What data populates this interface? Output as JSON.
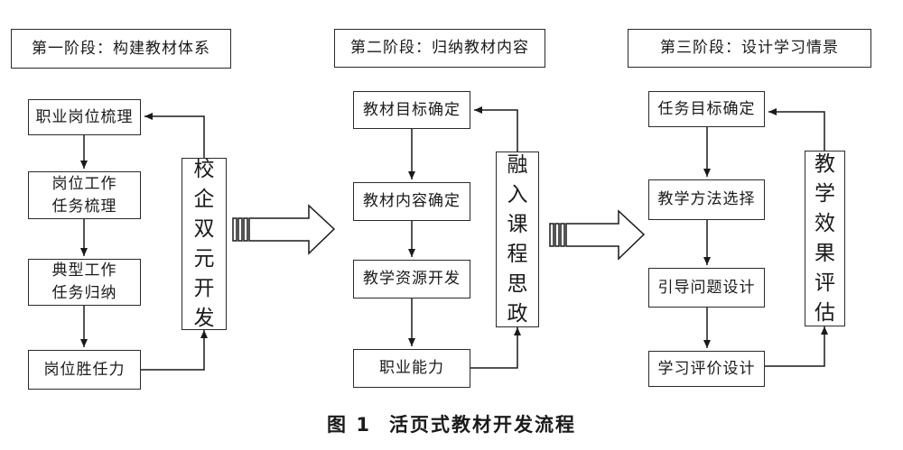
{
  "stages": [
    {
      "header": "第一阶段：构建教材体系",
      "steps": [
        "职业岗位梳理",
        "岗位工作\n任务梳理",
        "典型工作\n任务归纳",
        "岗位胜任力"
      ],
      "feedback": "校企双元开发"
    },
    {
      "header": "第二阶段：归纳教材内容",
      "steps": [
        "教材目标确定",
        "教材内容确定",
        "教学资源开发",
        "职业能力"
      ],
      "feedback": "融入课程思政"
    },
    {
      "header": "第三阶段：设计学习情景",
      "steps": [
        "任务目标确定",
        "教学方法选择",
        "引导问题设计",
        "学习评价设计"
      ],
      "feedback": "教学效果评估"
    }
  ],
  "caption": {
    "number": "图 1",
    "title": "活页式教材开发流程"
  }
}
